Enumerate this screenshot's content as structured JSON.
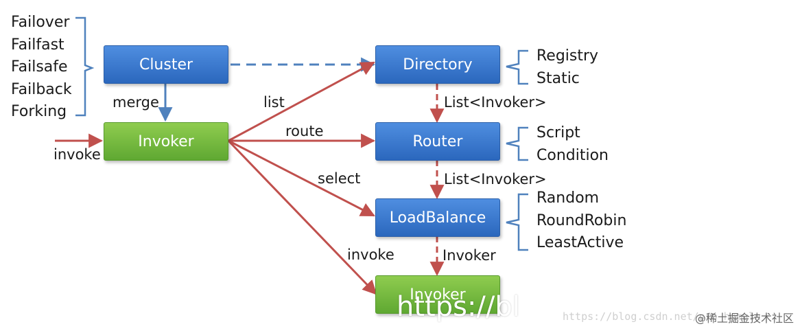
{
  "nodes": {
    "cluster": "Cluster",
    "invoker_main": "Invoker",
    "directory": "Directory",
    "router": "Router",
    "loadbalance": "LoadBalance",
    "invoker_target": "Invoker"
  },
  "cluster_types": [
    "Failover",
    "Failfast",
    "Failsafe",
    "Failback",
    "Forking"
  ],
  "directory_types": [
    "Registry",
    "Static"
  ],
  "router_types": [
    "Script",
    "Condition"
  ],
  "loadbalance_types": [
    "Random",
    "RoundRobin",
    "LeastActive"
  ],
  "edge_labels": {
    "merge": "merge",
    "invoke_in": "invoke",
    "list": "list",
    "route": "route",
    "select": "select",
    "invoke_out": "invoke",
    "dir_to_router": "List<Invoker>",
    "router_to_lb": "List<Invoker>",
    "lb_to_invoker": "Invoker"
  },
  "watermark": {
    "url_big": "https://bl",
    "url_small": "https://blog.csdn.net/pro_hgmuln",
    "credit": "@稀土掘金技术社区"
  },
  "colors": {
    "box_blue": "#3a78cf",
    "box_green": "#76ba3f",
    "arrow_red": "#c0504d",
    "arrow_blue": "#4f81bd",
    "bracket_blue": "#4f81bd"
  }
}
